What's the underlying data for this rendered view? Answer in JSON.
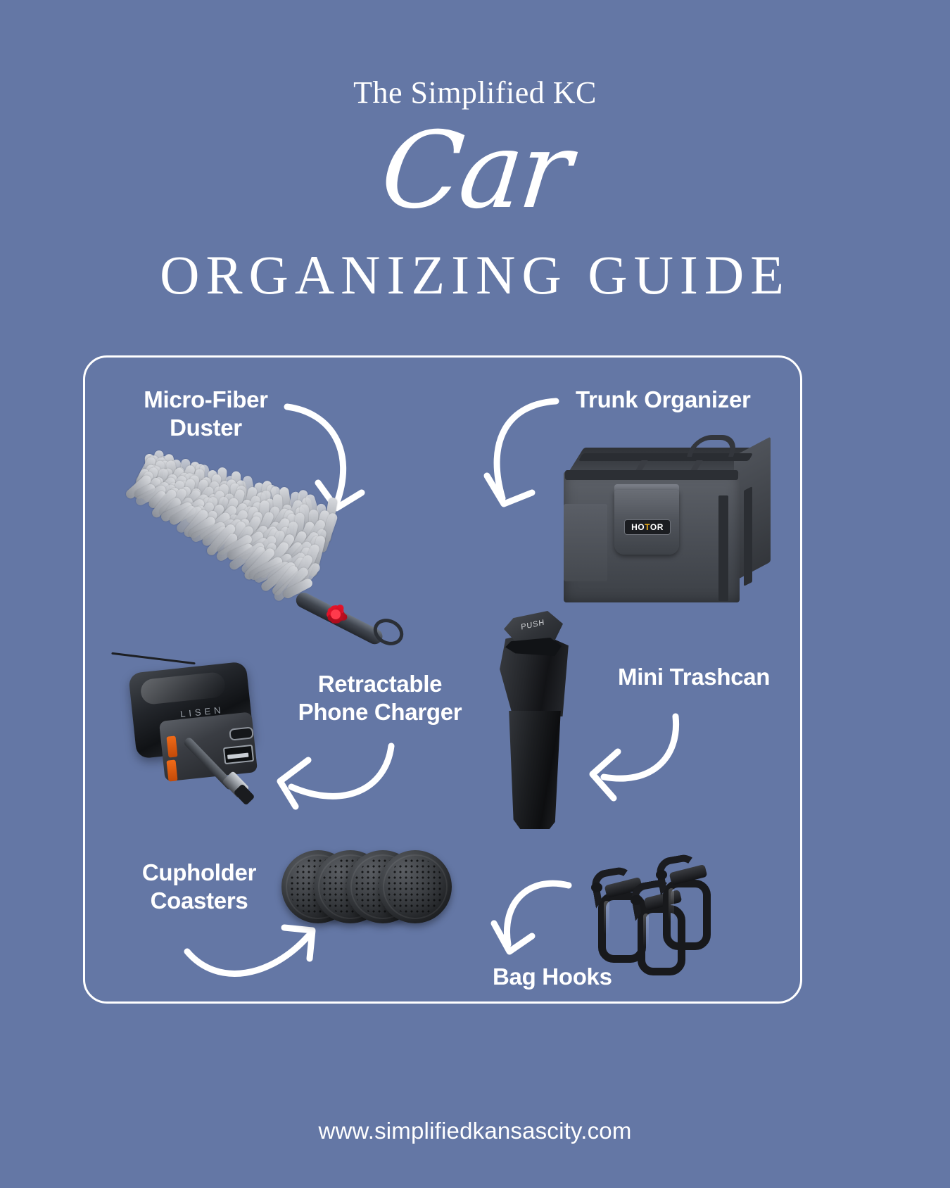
{
  "background_color": "#6477a5",
  "accent_color": "#ffffff",
  "header": {
    "eyebrow": "The Simplified KC",
    "script_word": "Car",
    "title": "ORGANIZING GUIDE"
  },
  "items": [
    {
      "id": "micro-fiber-duster",
      "label": "Micro-Fiber\nDuster"
    },
    {
      "id": "trunk-organizer",
      "label": "Trunk Organizer"
    },
    {
      "id": "retractable-phone-charger",
      "label": "Retractable\nPhone Charger"
    },
    {
      "id": "mini-trashcan",
      "label": "Mini Trashcan"
    },
    {
      "id": "cupholder-coasters",
      "label": "Cupholder\nCoasters"
    },
    {
      "id": "bag-hooks",
      "label": "Bag Hooks"
    }
  ],
  "product_text": {
    "trunk_organizer_brand_ho": "HO",
    "trunk_organizer_brand_t": "T",
    "trunk_organizer_brand_or": "OR",
    "trashcan_lid": "PUSH",
    "charger_brand": "LISEN"
  },
  "footer": {
    "website": "www.simplifiedkansascity.com"
  }
}
